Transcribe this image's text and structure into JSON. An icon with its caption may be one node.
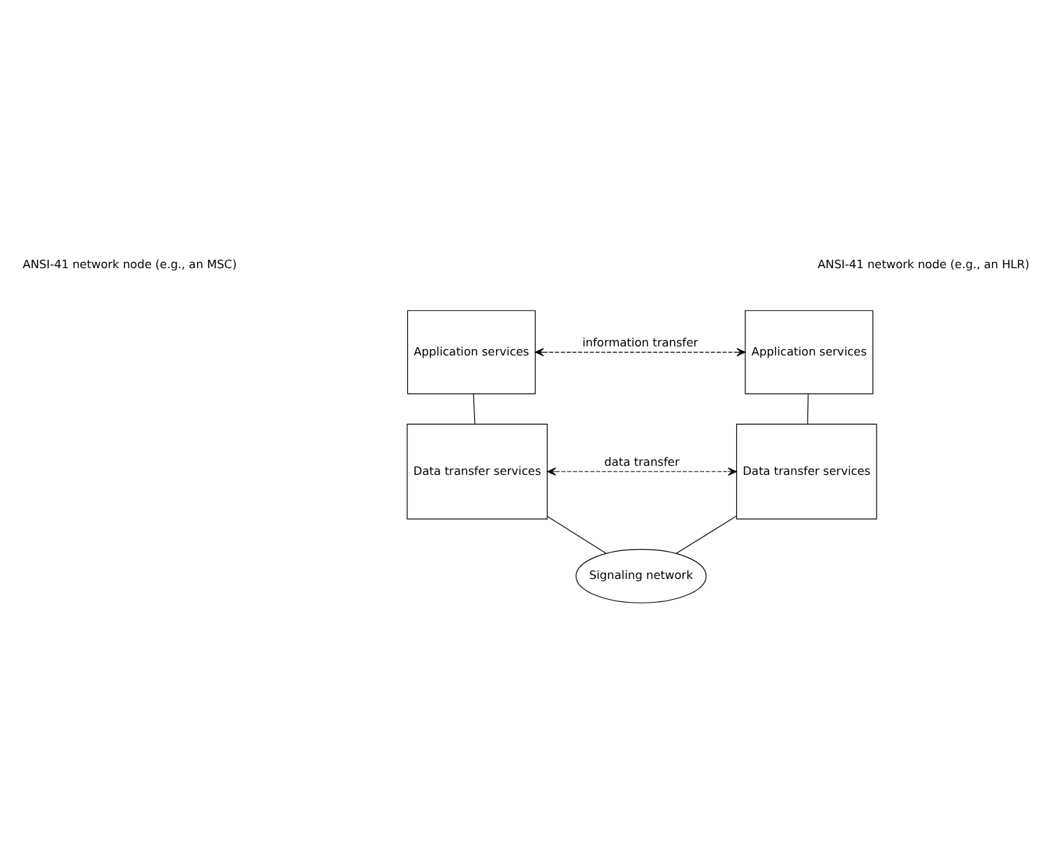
{
  "diagram": {
    "nodes": [
      {
        "text": [
          "Application services"
        ]
      },
      {
        "text": [
          "Data transfer services"
        ]
      },
      {
        "text": [
          "Application services"
        ]
      },
      {
        "text": [
          "Data transfer services"
        ]
      },
      {
        "text": [
          "Signaling network"
        ]
      }
    ],
    "edges": [
      {
        "from": 0,
        "to": 1,
        "arrow": "none"
      },
      {
        "from": 0,
        "to": 2,
        "arrow": "both",
        "style": "dashed",
        "label": "information transfer"
      },
      {
        "from": 2,
        "to": 3,
        "arrow": "none"
      },
      {
        "from": 1,
        "to": 3,
        "arrow": "both",
        "style": "dashed",
        "label": "data transfer"
      },
      {
        "from": 1,
        "to": 4,
        "arrow": "none"
      },
      {
        "from": 3,
        "to": 4,
        "arrow": "none"
      }
    ],
    "labels": [
      "ANSI-41 network node (e.g., an MSC)",
      "ANSI-41 network node (e.g., an HLR)"
    ]
  }
}
